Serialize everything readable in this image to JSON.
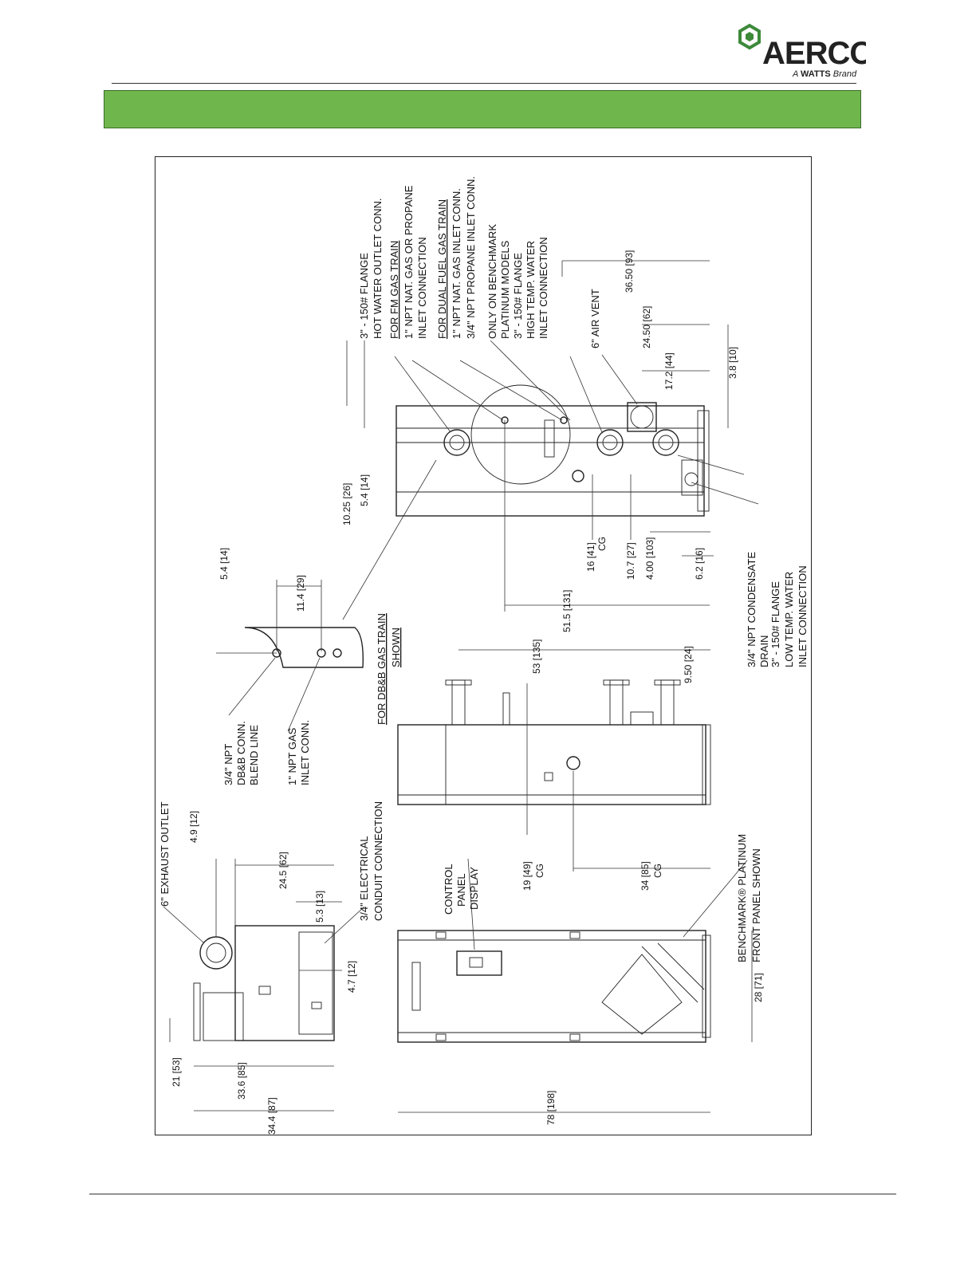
{
  "brand": {
    "name": "AERCO",
    "tagline_prefix": "A ",
    "tagline_bold": "WATTS",
    "tagline_suffix": " Brand",
    "color": "#3d8a3a"
  },
  "banner": {
    "text": "",
    "color": "#6fb64d"
  },
  "drawing": {
    "top_view": {
      "notes": [
        "3\" - 150# FLANGE",
        "HOT WATER OUTLET CONN.",
        "FOR FM GAS TRAIN",
        "1\" NPT NAT. GAS OR PROPANE",
        "INLET CONNECTION",
        "FOR DUAL FUEL GAS TRAIN",
        "1\" NPT NAT. GAS INLET CONN.",
        "3/4\" NPT PROPANE INLET CONN.",
        "ONLY ON BENCHMARK",
        "PLATINUM  MODELS",
        "3\" - 150# FLANGE",
        "HIGH TEMP. WATER",
        "INLET CONNECTION",
        "6\" AIR VENT",
        "3\" - 150# FLANGE",
        "LOW TEMP. WATER",
        "INLET CONNECTION",
        "3/4\" NPT CONDENSATE",
        "DRAIN"
      ],
      "dims": [
        "10.25 [26]",
        "5.4 [14]",
        "36.50 [93]",
        "24.50 [62]",
        "17.2 [44]",
        "3.8 [10]",
        "16 [41]",
        "CG",
        "10.7 [27]",
        "4.00 [103]",
        "6.2 [16]",
        "51.5 [131]"
      ]
    },
    "detail": {
      "title_line1": "FOR DB&B GAS TRAIN",
      "title_line2": "SHOWN",
      "notes": [
        "3/4\" NPT",
        "DB&B CONN.",
        "BLEND LINE",
        "1\" NPT GAS",
        "INLET CONN."
      ],
      "dims": [
        "5.4 [14]",
        "11.4 [29]"
      ]
    },
    "side_view": {
      "dims": [
        "53 [135]",
        "9.50 [24]",
        "19 [49]",
        "CG",
        "34 [85]",
        "CG"
      ],
      "notes": [
        "BENCHMARK® PLATINUM",
        "FRONT PANEL SHOWN"
      ]
    },
    "end_view": {
      "notes": [
        "6\" EXHAUST OUTLET",
        "3/4\" ELECTRICAL",
        "CONDUIT CONNECTION"
      ],
      "dims": [
        "4.9 [12]",
        "24.5 [62]",
        "5.3 [13]",
        "4.7 [12]",
        "21 [53]",
        "33.6 [85]",
        "34.4 [87]"
      ]
    },
    "front_view": {
      "notes": [
        "CONTROL",
        "PANEL",
        "DISPLAY"
      ],
      "dims": [
        "78 [198]",
        "28 [71]"
      ]
    }
  }
}
